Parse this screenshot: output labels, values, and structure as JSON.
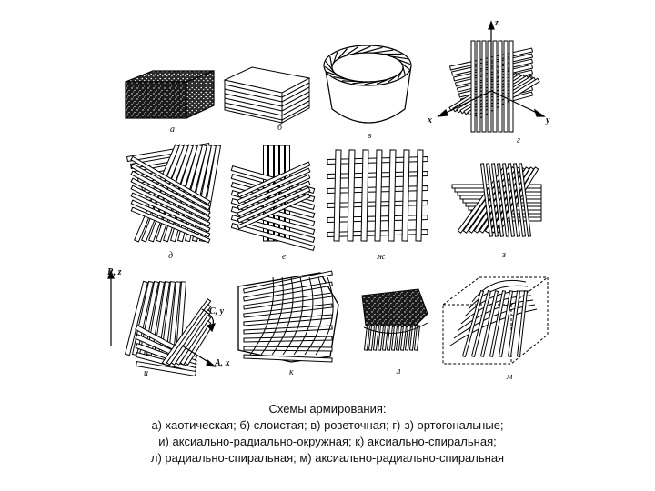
{
  "panels": [
    {
      "id": "a",
      "label": "а"
    },
    {
      "id": "b",
      "label": "б"
    },
    {
      "id": "v",
      "label": "в"
    },
    {
      "id": "g",
      "label": "г"
    },
    {
      "id": "d",
      "label": "д"
    },
    {
      "id": "e",
      "label": "е"
    },
    {
      "id": "zh",
      "label": "ж"
    },
    {
      "id": "z",
      "label": "з"
    },
    {
      "id": "i",
      "label": "и"
    },
    {
      "id": "k",
      "label": "к"
    },
    {
      "id": "l",
      "label": "л"
    },
    {
      "id": "m",
      "label": "м"
    }
  ],
  "axes": {
    "g": {
      "z": "z",
      "x": "x",
      "y": "y"
    },
    "i": {
      "r": "R, z",
      "c": "C, y",
      "a": "A, x"
    }
  },
  "caption": {
    "title": "Схемы армирования:",
    "line1": "а) хаотическая; б) слоистая; в) розеточная; г)-з) ортогональные;",
    "line2": "и) аксиально-радиально-окружная; к) аксиально-спиральная;",
    "line3": "л) радиально-спиральная; м) аксиально-радиально-спиральная"
  }
}
